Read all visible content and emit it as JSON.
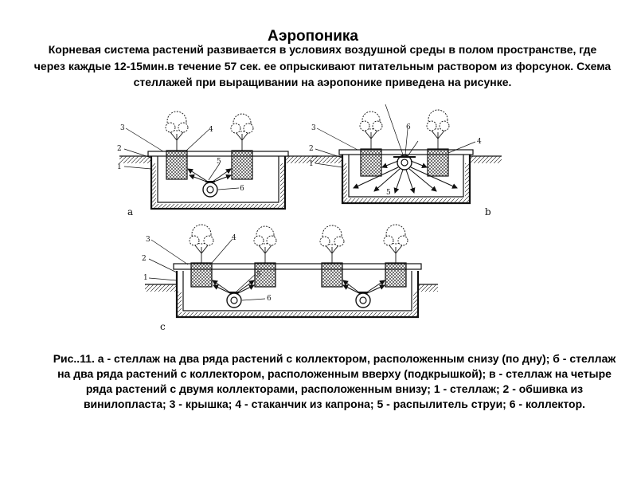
{
  "slide": {
    "title": "Аэропоника",
    "intro": "Корневая система растений развивается в условиях воздушной среды в полом пространстве, где через каждые 12-15мин.в течение 57 сек. ее опрыскивают питательным раствором из форсунок.  Схема стеллажей при выращивании на аэропонике приведена на рисунке.",
    "caption": "Рис..11. а - стеллаж на два ряда растений с коллектором, расположенным снизу (по дну); б - стеллаж на два ряда растений с коллектором, расположенным вверху (подкрышкой); в - стеллаж на четыре ряда растений с двумя коллекторами, расположенным внизу; 1 - стеллаж; 2 - обшивка из винилопласта; 3 - крышка; 4 - стаканчик из капрона; 5 - распылитель струи; 6 - коллектор."
  },
  "figure": {
    "panels": [
      {
        "letter": "a",
        "labels": {
          "n1": "1",
          "n2": "2",
          "n3": "3",
          "n4": "4",
          "n5": "5",
          "n6": "6"
        }
      },
      {
        "letter": "b",
        "labels": {
          "n1": "1",
          "n2": "2",
          "n3": "3",
          "n4": "4",
          "n5": "5",
          "n6": "6"
        }
      },
      {
        "letter": "c",
        "labels": {
          "n1": "1",
          "n2": "2",
          "n3": "3",
          "n4": "4",
          "n5": "5",
          "n6": "6"
        }
      }
    ]
  }
}
